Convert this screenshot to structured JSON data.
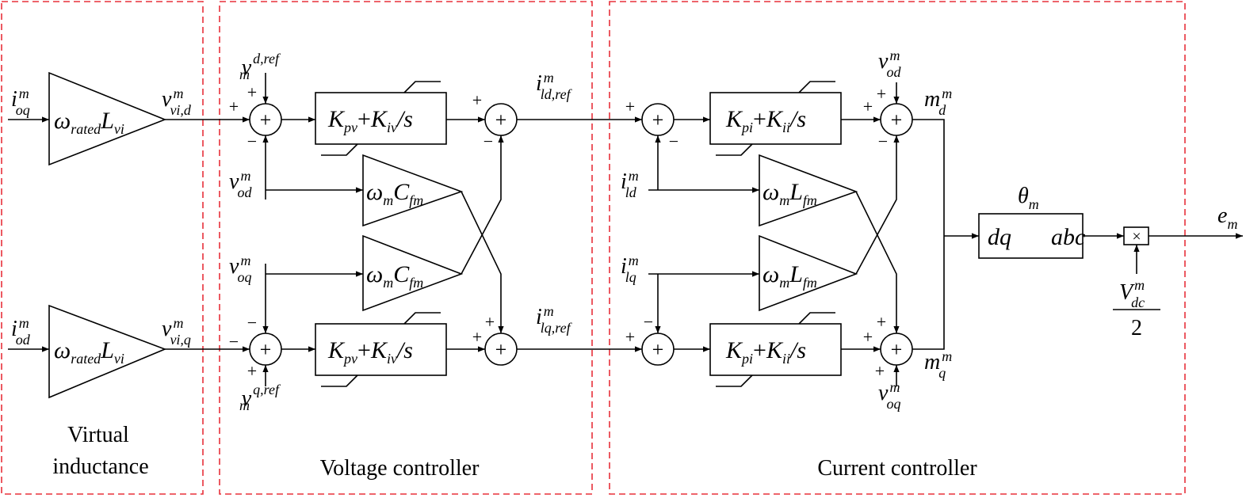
{
  "sections": {
    "virtual_inductance": {
      "line1": "Virtual",
      "line2": "inductance"
    },
    "voltage_controller": "Voltage controller",
    "current_controller": "Current controller"
  },
  "signals": {
    "i_oq": {
      "base": "i",
      "sup": "m",
      "sub": "oq"
    },
    "i_od": {
      "base": "i",
      "sup": "m",
      "sub": "od"
    },
    "v_vid": {
      "base": "v",
      "sup": "m",
      "sub": "vi,d"
    },
    "v_viq": {
      "base": "v",
      "sup": "m",
      "sub": "vi,q"
    },
    "v_dref": {
      "base": "v",
      "sup": "d,ref",
      "sub": "m"
    },
    "v_qref": {
      "base": "v",
      "sup": "q,ref",
      "sub": "m"
    },
    "v_od_left": {
      "base": "v",
      "sup": "m",
      "sub": "od"
    },
    "v_oq_left": {
      "base": "v",
      "sup": "m",
      "sub": "oq"
    },
    "i_ldref": {
      "base": "i",
      "sup": "m",
      "sub": "ld,ref"
    },
    "i_lqref": {
      "base": "i",
      "sup": "m",
      "sub": "lq,ref"
    },
    "i_ld": {
      "base": "i",
      "sup": "m",
      "sub": "ld"
    },
    "i_lq": {
      "base": "i",
      "sup": "m",
      "sub": "lq"
    },
    "v_od_top": {
      "base": "v",
      "sup": "m",
      "sub": "od"
    },
    "v_oq_bottom": {
      "base": "v",
      "sup": "m",
      "sub": "oq"
    },
    "m_d": {
      "base": "m",
      "sup": "m",
      "sub": "d"
    },
    "m_q": {
      "base": "m",
      "sup": "m",
      "sub": "q"
    },
    "theta": {
      "base": "θ",
      "sub": "m"
    },
    "e_m": {
      "base": "e",
      "sub": "m"
    },
    "v_dc": {
      "base": "V",
      "sup": "m",
      "sub": "dc",
      "denominator": "2"
    }
  },
  "blocks": {
    "gain_virtual": {
      "base": "ω",
      "sub1": "rated",
      "base2": "L",
      "sub2": "vi"
    },
    "pi_voltage": {
      "k1": "K",
      "k1sub": "pv",
      "plus": "+",
      "k2": "K",
      "k2sub": "iv",
      "tail": "/s"
    },
    "pi_current": {
      "k1": "K",
      "k1sub": "pi",
      "plus": "+",
      "k2": "K",
      "k2sub": "ii",
      "tail": "/s"
    },
    "gain_cf": {
      "base": "ω",
      "sub1": "m",
      "base2": "C",
      "sub2": "fm"
    },
    "gain_lf": {
      "base": "ω",
      "sub1": "m",
      "base2": "L",
      "sub2": "fm"
    },
    "transform": {
      "left": "dq",
      "right": "abc"
    },
    "multiplier": "×",
    "sum": "+"
  },
  "signs": {
    "plus": "+",
    "minus": "−"
  },
  "colors": {
    "section_border": "#e8303a",
    "stroke": "#000000"
  }
}
